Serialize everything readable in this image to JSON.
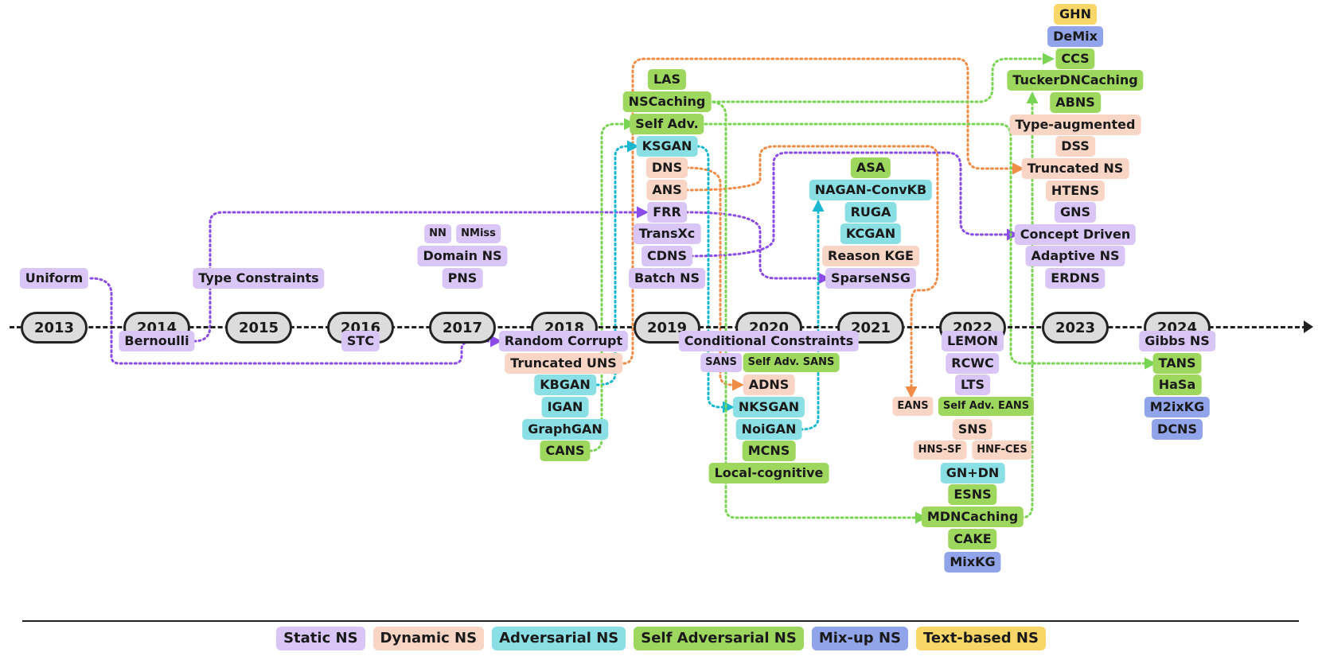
{
  "years": [
    "2013",
    "2014",
    "2015",
    "2016",
    "2017",
    "2018",
    "2019",
    "2020",
    "2021",
    "2022",
    "2023",
    "2024"
  ],
  "colors": {
    "static": "#d9c6f6",
    "dynamic": "#f9d5c5",
    "adversarial": "#8adfe4",
    "self_adversarial": "#9ed75e",
    "mixup": "#91a4ea",
    "text": "#f8d668",
    "link_purple": "#8a4be8",
    "link_orange": "#f08c45",
    "link_cyan": "#1ab8d0",
    "link_green": "#79d453"
  },
  "methods": [
    {
      "id": "uniform",
      "label": "Uniform",
      "cat": "static"
    },
    {
      "id": "bernoulli",
      "label": "Bernoulli",
      "cat": "static"
    },
    {
      "id": "typecons",
      "label": "Type Constraints",
      "cat": "static"
    },
    {
      "id": "stc",
      "label": "STC",
      "cat": "static"
    },
    {
      "id": "nn",
      "label": "NN",
      "cat": "static",
      "small": true
    },
    {
      "id": "nmiss",
      "label": "NMiss",
      "cat": "static",
      "small": true
    },
    {
      "id": "domainns",
      "label": "Domain NS",
      "cat": "static"
    },
    {
      "id": "pns",
      "label": "PNS",
      "cat": "static"
    },
    {
      "id": "randcorrupt",
      "label": "Random Corrupt",
      "cat": "static"
    },
    {
      "id": "truncuns",
      "label": "Truncated UNS",
      "cat": "dynamic"
    },
    {
      "id": "kbgan",
      "label": "KBGAN",
      "cat": "adversarial"
    },
    {
      "id": "igan",
      "label": "IGAN",
      "cat": "adversarial"
    },
    {
      "id": "graphgan",
      "label": "GraphGAN",
      "cat": "adversarial"
    },
    {
      "id": "cans",
      "label": "CANS",
      "cat": "self_adversarial"
    },
    {
      "id": "las",
      "label": "LAS",
      "cat": "self_adversarial"
    },
    {
      "id": "nscaching",
      "label": "NSCaching",
      "cat": "self_adversarial"
    },
    {
      "id": "selfadv",
      "label": "Self Adv.",
      "cat": "self_adversarial"
    },
    {
      "id": "ksgan",
      "label": "KSGAN",
      "cat": "adversarial"
    },
    {
      "id": "dns",
      "label": "DNS",
      "cat": "dynamic"
    },
    {
      "id": "ans",
      "label": "ANS",
      "cat": "dynamic"
    },
    {
      "id": "frr",
      "label": "FRR",
      "cat": "static"
    },
    {
      "id": "transxc",
      "label": "TransXc",
      "cat": "static"
    },
    {
      "id": "cdns",
      "label": "CDNS",
      "cat": "static"
    },
    {
      "id": "batchns",
      "label": "Batch NS",
      "cat": "static"
    },
    {
      "id": "condcons",
      "label": "Conditional Constraints",
      "cat": "static"
    },
    {
      "id": "sans",
      "label": "SANS",
      "cat": "static",
      "small": true
    },
    {
      "id": "selfadvsans",
      "label": "Self Adv. SANS",
      "cat": "self_adversarial",
      "small": true
    },
    {
      "id": "adns",
      "label": "ADNS",
      "cat": "dynamic"
    },
    {
      "id": "nksgan",
      "label": "NKSGAN",
      "cat": "adversarial"
    },
    {
      "id": "noigan",
      "label": "NoiGAN",
      "cat": "adversarial"
    },
    {
      "id": "mcns",
      "label": "MCNS",
      "cat": "self_adversarial"
    },
    {
      "id": "localcog",
      "label": "Local-cognitive",
      "cat": "self_adversarial"
    },
    {
      "id": "asa",
      "label": "ASA",
      "cat": "self_adversarial"
    },
    {
      "id": "nagan",
      "label": "NAGAN-ConvKB",
      "cat": "adversarial"
    },
    {
      "id": "ruga",
      "label": "RUGA",
      "cat": "adversarial"
    },
    {
      "id": "kcgan",
      "label": "KCGAN",
      "cat": "adversarial"
    },
    {
      "id": "reasonkge",
      "label": "Reason KGE",
      "cat": "dynamic"
    },
    {
      "id": "sparsensg",
      "label": "SparseNSG",
      "cat": "static"
    },
    {
      "id": "lemon",
      "label": "LEMON",
      "cat": "static"
    },
    {
      "id": "rcwc",
      "label": "RCWC",
      "cat": "static"
    },
    {
      "id": "lts",
      "label": "LTS",
      "cat": "static"
    },
    {
      "id": "eans",
      "label": "EANS",
      "cat": "dynamic",
      "small": true
    },
    {
      "id": "selfadveans",
      "label": "Self Adv. EANS",
      "cat": "self_adversarial",
      "small": true
    },
    {
      "id": "sns",
      "label": "SNS",
      "cat": "dynamic"
    },
    {
      "id": "hnssf",
      "label": "HNS-SF",
      "cat": "dynamic",
      "small": true
    },
    {
      "id": "hnfces",
      "label": "HNF-CES",
      "cat": "dynamic",
      "small": true
    },
    {
      "id": "gndn",
      "label": "GN+DN",
      "cat": "adversarial"
    },
    {
      "id": "esns",
      "label": "ESNS",
      "cat": "self_adversarial"
    },
    {
      "id": "mdncaching",
      "label": "MDNCaching",
      "cat": "self_adversarial"
    },
    {
      "id": "cake",
      "label": "CAKE",
      "cat": "self_adversarial"
    },
    {
      "id": "mixkg",
      "label": "MixKG",
      "cat": "mixup"
    },
    {
      "id": "ghn",
      "label": "GHN",
      "cat": "text"
    },
    {
      "id": "demix",
      "label": "DeMix",
      "cat": "mixup"
    },
    {
      "id": "ccs",
      "label": "CCS",
      "cat": "self_adversarial"
    },
    {
      "id": "tuckerdn",
      "label": "TuckerDNCaching",
      "cat": "self_adversarial"
    },
    {
      "id": "abns",
      "label": "ABNS",
      "cat": "self_adversarial"
    },
    {
      "id": "typeaug",
      "label": "Type-augmented",
      "cat": "dynamic"
    },
    {
      "id": "dss",
      "label": "DSS",
      "cat": "dynamic"
    },
    {
      "id": "truncns",
      "label": "Truncated NS",
      "cat": "dynamic"
    },
    {
      "id": "htens",
      "label": "HTENS",
      "cat": "dynamic"
    },
    {
      "id": "gns",
      "label": "GNS",
      "cat": "static"
    },
    {
      "id": "conceptdriven",
      "label": "Concept Driven",
      "cat": "static"
    },
    {
      "id": "adaptivens",
      "label": "Adaptive NS",
      "cat": "static"
    },
    {
      "id": "erdns",
      "label": "ERDNS",
      "cat": "static"
    },
    {
      "id": "gibbsns",
      "label": "Gibbs NS",
      "cat": "static"
    },
    {
      "id": "tans",
      "label": "TANS",
      "cat": "self_adversarial"
    },
    {
      "id": "hasa",
      "label": "HaSa",
      "cat": "self_adversarial"
    },
    {
      "id": "m2ixkg",
      "label": "M2ixKG",
      "cat": "mixup"
    },
    {
      "id": "dcns",
      "label": "DCNS",
      "cat": "mixup"
    }
  ],
  "links": [
    {
      "from": "uniform",
      "to": "randcorrupt",
      "color": "purple"
    },
    {
      "from": "bernoulli",
      "to": "frr",
      "color": "purple"
    },
    {
      "from": "frr",
      "to": "sparsensg",
      "color": "purple"
    },
    {
      "from": "cdns",
      "to": "conceptdriven",
      "color": "purple"
    },
    {
      "from": "truncuns",
      "to": "truncns",
      "color": "orange"
    },
    {
      "from": "dns",
      "to": "adns",
      "color": "orange"
    },
    {
      "from": "ans",
      "to": "eans",
      "color": "orange"
    },
    {
      "from": "kbgan",
      "to": "ksgan",
      "color": "cyan"
    },
    {
      "from": "ksgan",
      "to": "nksgan",
      "color": "cyan"
    },
    {
      "from": "noigan",
      "to": "nagan",
      "color": "cyan"
    },
    {
      "from": "cans",
      "to": "selfadv",
      "color": "green"
    },
    {
      "from": "nscaching",
      "to": "ccs",
      "color": "green"
    },
    {
      "from": "selfadv",
      "to": "tans",
      "color": "green"
    },
    {
      "from": "nscaching",
      "to": "mdncaching",
      "color": "green"
    },
    {
      "from": "mdncaching",
      "to": "tuckerdn",
      "color": "green"
    }
  ],
  "legend": [
    {
      "label": "Static NS",
      "cat": "static"
    },
    {
      "label": "Dynamic NS",
      "cat": "dynamic"
    },
    {
      "label": "Adversarial NS",
      "cat": "adversarial"
    },
    {
      "label": "Self Adversarial NS",
      "cat": "self_adversarial"
    },
    {
      "label": "Mix-up NS",
      "cat": "mixup"
    },
    {
      "label": "Text-based NS",
      "cat": "text"
    }
  ]
}
